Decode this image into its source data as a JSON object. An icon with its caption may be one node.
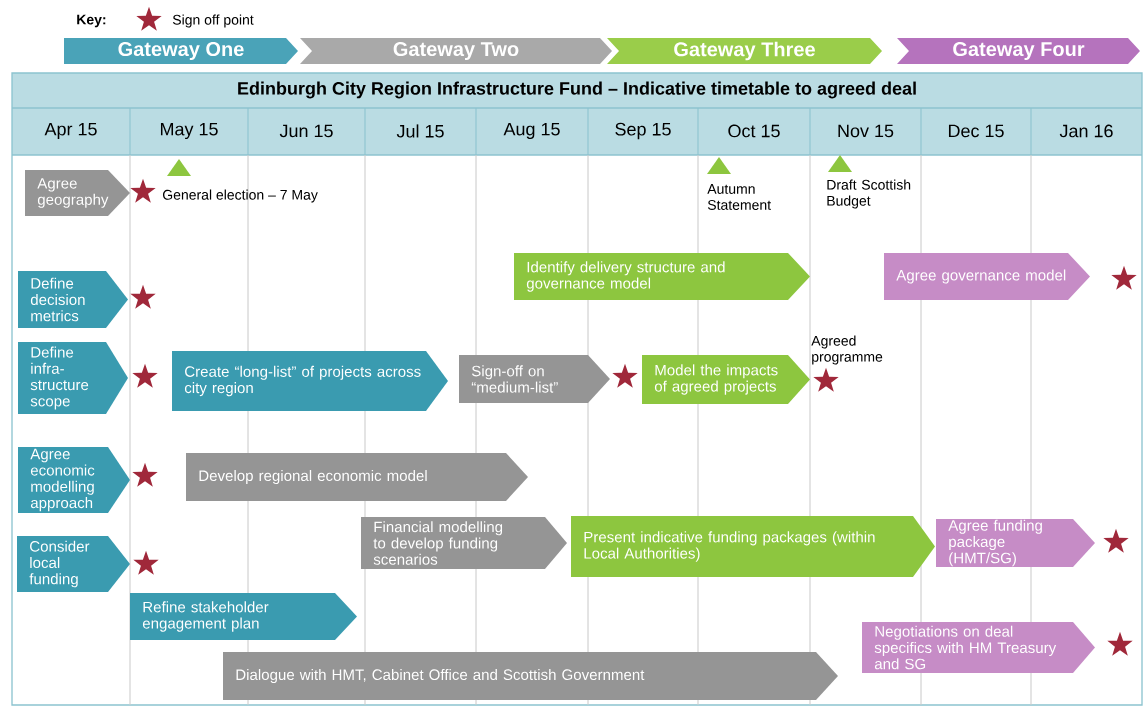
{
  "diagram": {
    "title": "Edinburgh City Region Infrastructure Fund – Indicative timetable to agreed deal",
    "nodes": [
      {
        "text": [
          "Gateway One"
        ]
      },
      {
        "text": [
          "Gateway Two"
        ]
      },
      {
        "text": [
          "Gateway Three"
        ]
      },
      {
        "text": [
          "Gateway Four"
        ]
      },
      {
        "text": [
          "Agree geography"
        ]
      },
      {
        "text": [
          "Define decision metrics"
        ]
      },
      {
        "text": [
          "Identify delivery structure and governance model"
        ]
      },
      {
        "text": [
          "Agree governance model"
        ]
      },
      {
        "text": [
          "Define infra-structure scope"
        ]
      },
      {
        "text": [
          "Create “long-list” of projects across city region"
        ]
      },
      {
        "text": [
          "Sign-off on “medium-list”"
        ]
      },
      {
        "text": [
          "Model the impacts of agreed projects"
        ]
      },
      {
        "text": [
          "Agree economic modelling approach"
        ]
      },
      {
        "text": [
          "Develop regional economic model"
        ]
      },
      {
        "text": [
          "Financial modelling to develop funding scenarios"
        ]
      },
      {
        "text": [
          "Present indicative funding packages (within Local Authorities)"
        ]
      },
      {
        "text": [
          "Agree funding package (HMT/SG)"
        ]
      },
      {
        "text": [
          "Consider local funding"
        ]
      },
      {
        "text": [
          "Refine stakeholder engagement plan"
        ]
      },
      {
        "text": [
          "Negotiations on deal specifics with HM Treasury and SG"
        ]
      },
      {
        "text": [
          "Dialogue with HMT, Cabinet Office and Scottish Government"
        ]
      }
    ],
    "labels": [
      "Key:",
      "Apr 15",
      "May 15",
      "Jun 15",
      "Jul 15",
      "Aug 15",
      "Sep 15",
      "Oct 15",
      "Nov 15",
      "Dec 15",
      "Jan 16",
      "General election – 7 May",
      "Autumn Statement",
      "Draft Scottish Budget",
      "Agreed programme"
    ],
    "legend": [
      {
        "text": "Sign off point"
      }
    ]
  }
}
